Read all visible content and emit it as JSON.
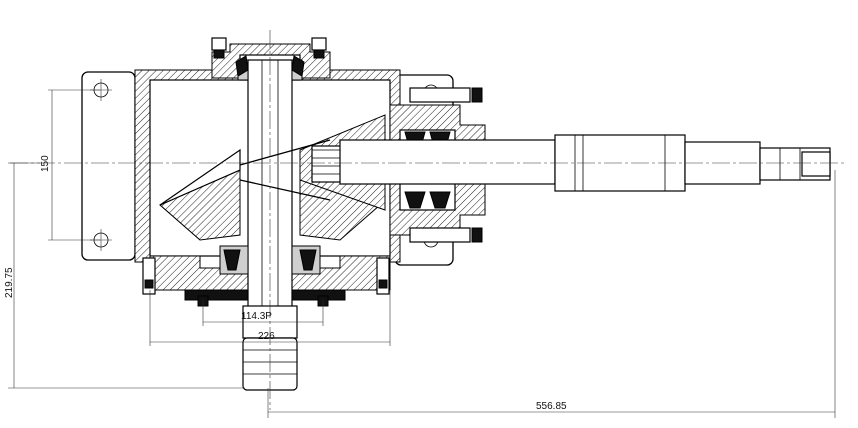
{
  "dimensions": {
    "height_150": "150",
    "height_219": "219.75",
    "bolt_circle": "114.3P",
    "flange_width": "226",
    "shaft_length": "556.85"
  }
}
